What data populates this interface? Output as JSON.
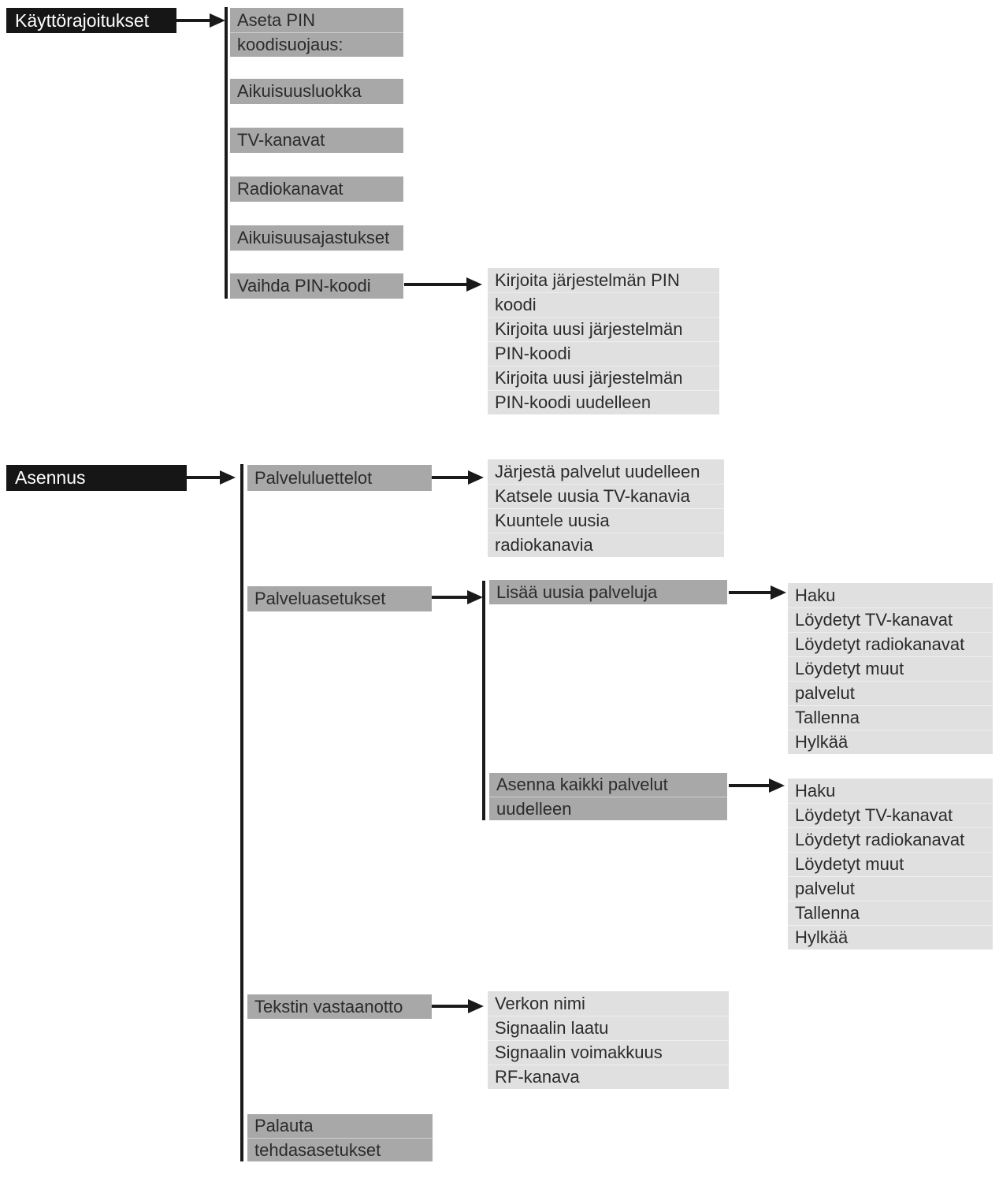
{
  "colors": {
    "root_box": "#161616",
    "menu_box": "#a8a8a8",
    "submenu_box": "#e0e0e0",
    "text_dark": "#2b2b2b",
    "text_light": "#ffffff",
    "connector": "#1a1a1a"
  },
  "parental": {
    "root": "Käyttörajoitukset",
    "aseta_pin": {
      "line1": "Aseta PIN",
      "line2": "koodisuojaus:"
    },
    "aikuisuusluokka": "Aikuisuusluokka",
    "tv_kanavat": "TV-kanavat",
    "radiokanavat": "Radiokanavat",
    "aikuisuusajastukset": "Aikuisuusajastukset",
    "vaihda_pin": "Vaihda PIN-koodi",
    "pin_dialog": {
      "rows": [
        "Kirjoita järjestelmän PIN",
        "koodi",
        "Kirjoita uusi järjestelmän",
        "PIN-koodi",
        "Kirjoita uusi järjestelmän",
        "PIN-koodi uudelleen"
      ]
    }
  },
  "installation": {
    "root": "Asennus",
    "palveluluettelot": "Palveluluettelot",
    "palveluluettelot_sub": {
      "rows": [
        "Järjestä palvelut uudelleen",
        "Katsele uusia TV-kanavia",
        "Kuuntele uusia",
        "radiokanavia"
      ]
    },
    "palveluasetukset": "Palveluasetukset",
    "lisaa_uusia": "Lisää uusia palveluja",
    "scan_results_1": {
      "rows": [
        "Haku",
        "Löydetyt TV-kanavat",
        "Löydetyt radiokanavat",
        "Löydetyt muut",
        "palvelut",
        "Tallenna",
        "Hylkää"
      ]
    },
    "asenna_kaikki": {
      "line1": "Asenna kaikki palvelut",
      "line2": "uudelleen"
    },
    "scan_results_2": {
      "rows": [
        "Haku",
        "Löydetyt TV-kanavat",
        "Löydetyt radiokanavat",
        "Löydetyt muut",
        "palvelut",
        "Tallenna",
        "Hylkää"
      ]
    },
    "tekstin_vastaanotto": "Tekstin vastaanotto",
    "tekstin_sub": {
      "rows": [
        "Verkon nimi",
        "Signaalin laatu",
        "Signaalin voimakkuus",
        "RF-kanava"
      ]
    },
    "palauta": {
      "line1": "Palauta",
      "line2": "tehdasasetukset"
    }
  }
}
